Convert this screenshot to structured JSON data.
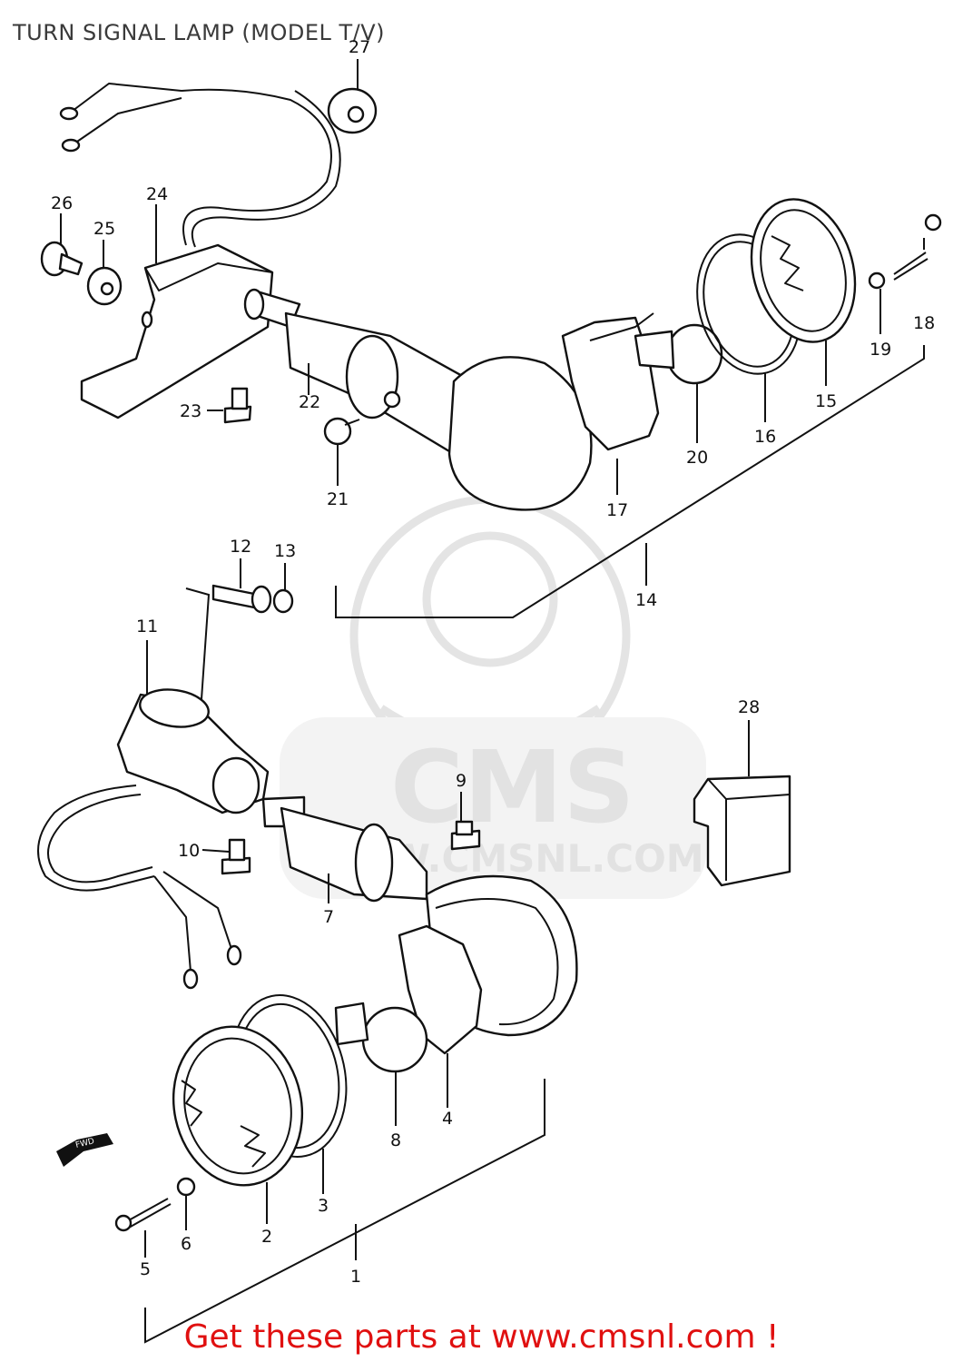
{
  "title": "TURN SIGNAL LAMP (MODEL T/V)",
  "footer": "Get these parts at www.cmsnl.com !",
  "watermark": {
    "brand": "CMS",
    "url": "WWW.CMSNL.COM"
  },
  "fwd_label": "FWD",
  "callouts": {
    "c1": "1",
    "c2": "2",
    "c3": "3",
    "c4": "4",
    "c5": "5",
    "c6": "6",
    "c7": "7",
    "c8": "8",
    "c9": "9",
    "c10": "10",
    "c11": "11",
    "c12": "12",
    "c13": "13",
    "c14": "14",
    "c15": "15",
    "c16": "16",
    "c17": "17",
    "c18": "18",
    "c19": "19",
    "c20": "20",
    "c21": "21",
    "c22": "22",
    "c23": "23",
    "c24": "24",
    "c25": "25",
    "c26": "26",
    "c27": "27",
    "c28": "28"
  },
  "colors": {
    "footer_text": "#e01010",
    "line_art": "#111111",
    "watermark": "#e2e2e2"
  }
}
